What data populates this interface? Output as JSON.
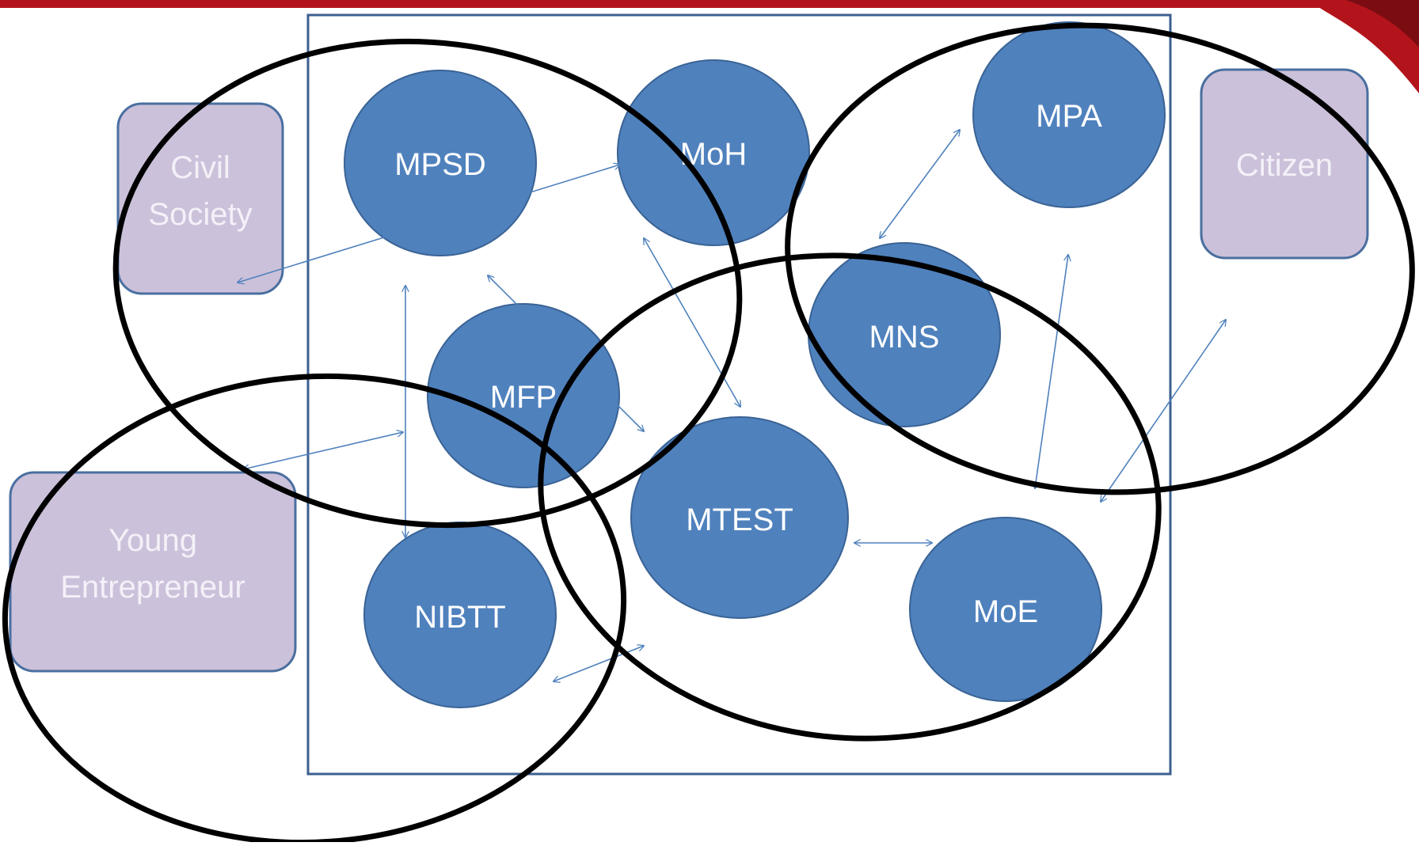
{
  "colors": {
    "background": "#ffffff",
    "top_bar": "#b3141c",
    "node_fill": "#4f81bd",
    "node_stroke": "#3a6395",
    "node_text": "#ffffff",
    "stakeholder_fill": "#ccc1da",
    "stakeholder_stroke": "#4a6fa0",
    "stakeholder_text": "#f4f0f8",
    "boundary": "#3b5f8f",
    "connector": "#4f81bd",
    "cluster_ring": "#000000"
  },
  "stakeholders": {
    "civil_society": {
      "line1": "Civil",
      "line2": "Society"
    },
    "young_entrepreneur": {
      "line1": "Young",
      "line2": "Entrepreneur"
    },
    "citizen": {
      "label": "Citizen"
    }
  },
  "nodes": {
    "mpsd": "MPSD",
    "moh": "MoH",
    "mpa": "MPA",
    "mfp": "MFP",
    "mns": "MNS",
    "mtest": "MTEST",
    "nibtt": "NIBTT",
    "moe": "MoE"
  }
}
